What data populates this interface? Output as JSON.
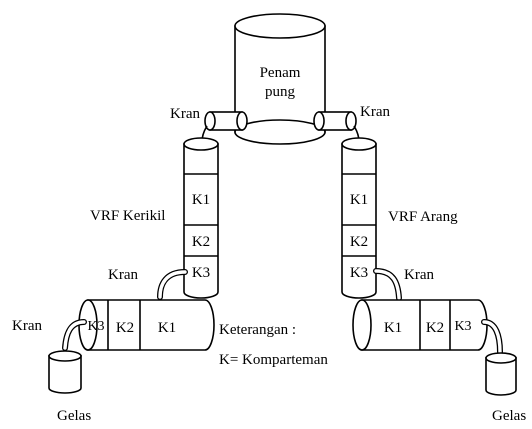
{
  "tank": {
    "line1": "Penam",
    "line2": "pung"
  },
  "valves": {
    "top_left": "Kran",
    "top_right": "Kran",
    "mid_left": "Kran",
    "mid_right": "Kran",
    "outlet_left": "Kran"
  },
  "columns": {
    "left_name": "VRF Kerikil",
    "right_name": "VRF Arang",
    "compartments": [
      "K1",
      "K2",
      "K3"
    ]
  },
  "horizontal": {
    "left": [
      "K3",
      "K2",
      "K1"
    ],
    "right": [
      "K1",
      "K2",
      "K3"
    ]
  },
  "legend": {
    "title": "Keterangan :",
    "text": "K= Komparteman"
  },
  "glasses": {
    "left": "Gelas",
    "right": "Gelas"
  }
}
